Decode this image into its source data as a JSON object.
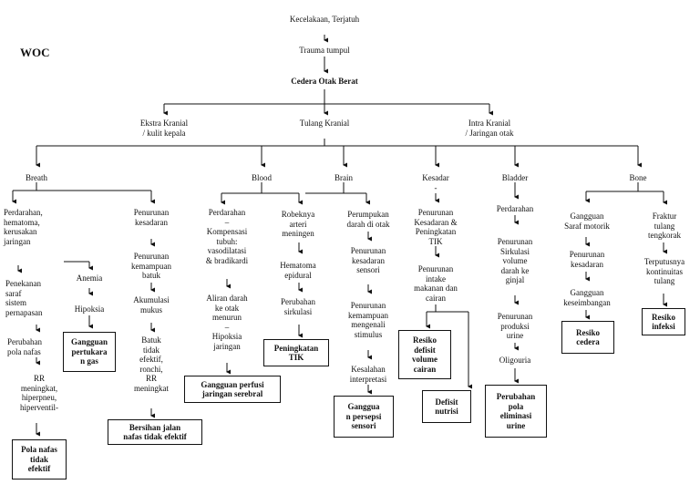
{
  "diagram": {
    "woc_label": "WOC",
    "cause": "Kecelakaan, Terjatuh",
    "trauma": "Trauma tumpul",
    "main": "Cedera Otak Berat",
    "level2": [
      "Ekstra Kranial\n/ kulit kepala",
      "Tulang Kranial",
      "Intra Kranial\n/ Jaringan otak"
    ],
    "level3": [
      "Breath",
      "Blood",
      "Brain",
      "Kesadar\n-",
      "Bladder",
      "Bone"
    ],
    "breath": {
      "left": [
        "Perdarahan,\nhematoma,\nkerusakan\njaringan",
        "Penekanan\nsaraf\nsistem\npernapasan",
        "Perubahan\npola nafas",
        "RR\nmeningkat,\nhiperpneu,\nhiperventil-"
      ],
      "left_box": "Pola nafas\ntidak\nefektif",
      "mid": [
        "Anemia",
        "Hipoksia"
      ],
      "mid_box": "Gangguan\npertukara\nn gas",
      "right": [
        "Penurunan\nkesadaran",
        "Penurunan\nkemampuan\nbatuk",
        "Akumulasi\nmukus",
        "Batuk\ntidak\nefektif,\nronchi,\nRR\nmeningkat"
      ],
      "right_box": "Bersihan jalan\nnafas tidak efektif"
    },
    "blood": {
      "left": [
        "Perdarahan\n–\nKompensasi\ntubuh:\nvasodilatasi\n& bradikardi",
        "Aliran darah\nke otak\nmenurun\n–\nHipoksia\njaringan"
      ],
      "left_box": "Gangguan perfusi\njaringan serebral",
      "right": [
        "Robeknya\narteri\nmeningen",
        "Hematoma\nepidural",
        "Perubahan\nsirkulasi"
      ],
      "right_box": "Peningkatan\nTIK"
    },
    "brain": {
      "items": [
        "Perumpukan\ndarah di otak",
        "Penurunan\nkesadaran\nsensori",
        "Penurunan\nkemampuan\nmengenali\nstimulus",
        "Kesalahan\ninterpretasi"
      ],
      "box": "Ganggua\nn persepsi\nsensori"
    },
    "kesadaran": {
      "items": [
        "Penurunan\nKesadaran &\nPeningkatan\nTIK",
        "Penurunan\nintake\nmakanan dan\ncairan"
      ],
      "box1": "Resiko\ndefisit\nvolume\ncairan",
      "box2": "Defisit\nnutrisi"
    },
    "bladder": {
      "items": [
        "Perdarahan",
        "Penurunan\nSirkulasi\nvolume\ndarah ke\nginjal",
        "Penurunan\nproduksi\nurine",
        "Oligouria"
      ],
      "box": "Perubahan\npola\neliminasi\nurine"
    },
    "bone": {
      "left": [
        "Gangguan\nSaraf motorik",
        "Penurunan\nkesadaran",
        "Gangguan\nkeseimbangan"
      ],
      "left_box": "Resiko\ncedera",
      "right": [
        "Fraktur\ntulang\ntengkorak",
        "Terputusnya\nkontinuitas\ntulang"
      ],
      "right_box": "Resiko\ninfeksi"
    }
  }
}
